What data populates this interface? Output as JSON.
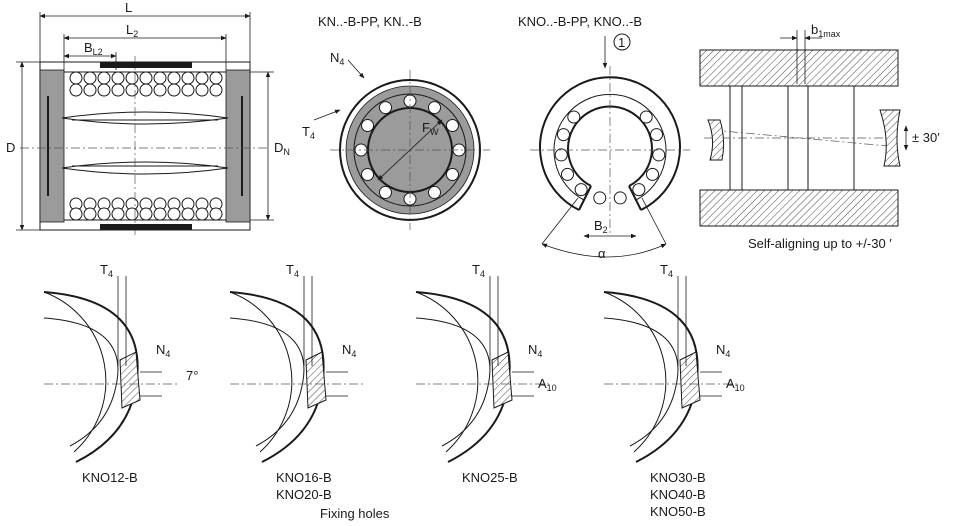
{
  "dimensions": {
    "L": "L",
    "L2": "2",
    "L2_prefix": "L",
    "BL2": "B",
    "BL2_sub": "L2",
    "D": "D",
    "DN": "D",
    "DN_sub": "N",
    "N4": "N",
    "N4_sub": "4",
    "T4": "T",
    "T4_sub": "4",
    "Fw": "F",
    "Fw_sub": "W",
    "B2": "B",
    "B2_sub": "2",
    "alpha": "α",
    "b1max": "b",
    "b1max_sub": "1max",
    "angle30": "± 30′",
    "A10": "A",
    "A10_sub": "10",
    "deg7": "7°",
    "callout1": "1"
  },
  "titles": {
    "closed_type": "KN..-B-PP, KN..-B",
    "open_type": "KNO..-B-PP, KNO..-B",
    "self_aligning": "Self-aligning up to  +/-30 ′",
    "fixing_holes": "Fixing holes"
  },
  "details": [
    {
      "lines": [
        "KNO12-B"
      ]
    },
    {
      "lines": [
        "KNO16-B",
        "KNO20-B"
      ]
    },
    {
      "lines": [
        "KNO25-B"
      ]
    },
    {
      "lines": [
        "KNO30-B",
        "KNO40-B",
        "KNO50-B"
      ]
    }
  ],
  "colors": {
    "line": "#1a1a1a",
    "seal": "#9b9b9b",
    "background": "#ffffff"
  }
}
